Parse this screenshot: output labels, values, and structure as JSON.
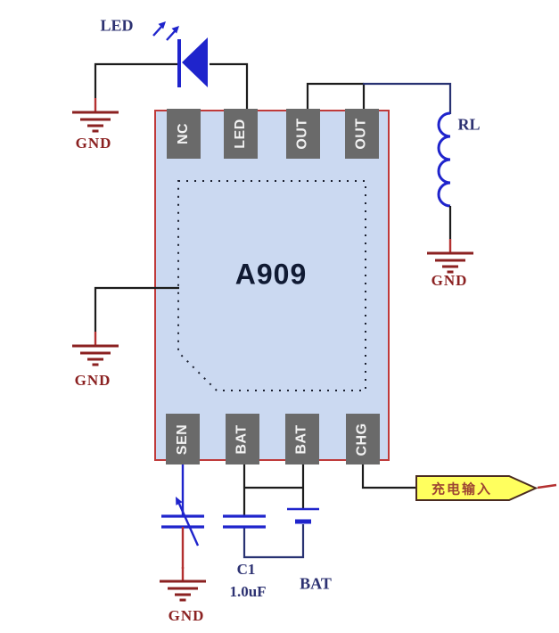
{
  "chip": {
    "name": "A909",
    "pins_top": [
      {
        "label": "NC"
      },
      {
        "label": "LED"
      },
      {
        "label": "OUT"
      },
      {
        "label": "OUT"
      }
    ],
    "pins_bottom": [
      {
        "label": "SEN"
      },
      {
        "label": "BAT"
      },
      {
        "label": "BAT"
      },
      {
        "label": "CHG"
      }
    ]
  },
  "components": {
    "led": {
      "label": "LED"
    },
    "inductor": {
      "label": "RL"
    },
    "capacitor": {
      "designator": "C1",
      "value": "1.0uF"
    },
    "battery": {
      "label": "BAT"
    },
    "charge_input_banner": {
      "label": "充电输入"
    }
  },
  "grounds": [
    {
      "label": "GND"
    },
    {
      "label": "GND"
    },
    {
      "label": "GND"
    },
    {
      "label": "GND"
    }
  ],
  "colors": {
    "wire_black": "#1c1c1c",
    "wire_navy": "#283272",
    "wire_red": "#b33030",
    "component_blue": "#1f24cc",
    "ground_red": "#8b2121",
    "chip_fill": "#cbd9f1",
    "chip_border": "#bf3a3a",
    "pin_gray": "#6a6a6a",
    "pin_text": "#f2f2f2",
    "label_navy": "#2d3272",
    "chip_name_color": "#101a33",
    "banner_fill": "#ffff5e",
    "banner_border": "#4a2b20",
    "banner_text": "#9c4433",
    "dotted_outline": "#1b2030",
    "page_bg": "#ffffff"
  }
}
